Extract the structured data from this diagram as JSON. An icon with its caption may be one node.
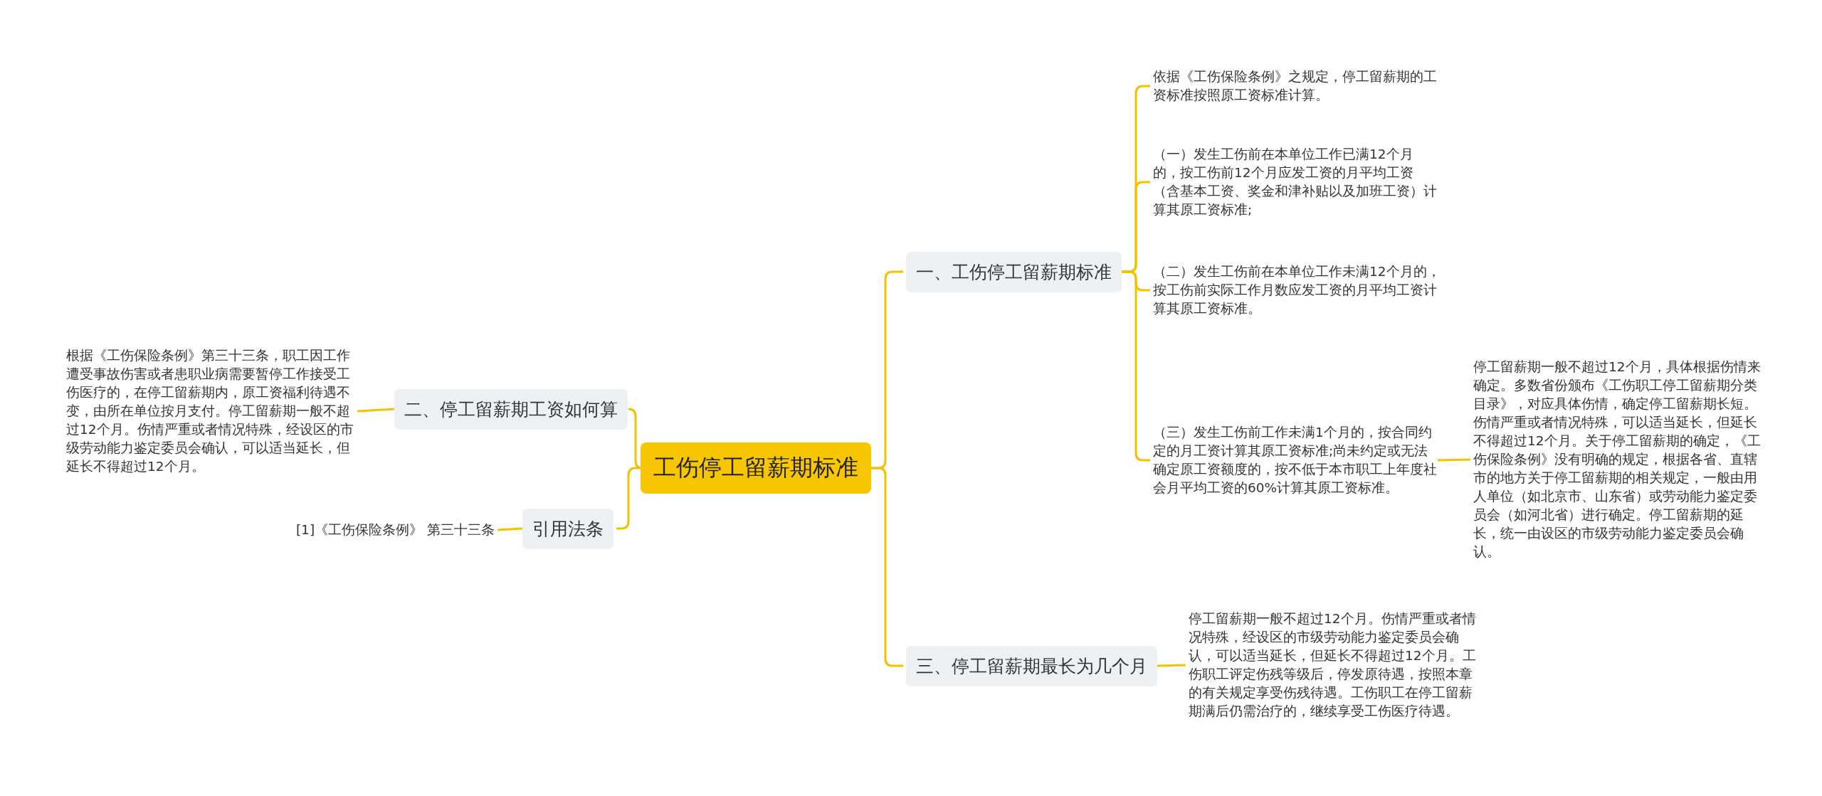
{
  "diagram": {
    "nodes": [
      {
        "text": [
          "工伤停工留薪期标准"
        ]
      },
      {
        "text": [
          "一、工伤停工留薪期标准"
        ]
      },
      {
        "text": [
          "依据《工伤保险条例》之规定，停工留薪期的工资标准按照原工资标准计算。"
        ]
      },
      {
        "text": [
          "（一）发生工伤前在本单位工作已满12个月的，按工伤前12个月应发工资的月平均工资（含基本工资、奖金和津补贴以及加班工资）计算其原工资标准;"
        ]
      },
      {
        "text": [
          "（二）发生工伤前在本单位工作未满12个月的，按工伤前实际工作月数应发工资的月平均工资计算其原工资标准。"
        ]
      },
      {
        "text": [
          "（三）发生工伤前工作未满1个月的，按合同约定的月工资计算其原工资标准;尚未约定或无法确定原工资额度的，按不低于本市职工上年度社会月平均工资的60%计算其原工资标准。"
        ]
      },
      {
        "text": [
          "停工留薪期一般不超过12个月，具体根据伤情来确定。多数省份颁布《工伤职工停工留薪期分类目录》，对应具体伤情，确定停工留薪期长短。伤情严重或者情况特殊，可以适当延长，但延长不得超过12个月。关于停工留薪期的确定，《工伤保险条例》没有明确的规定，根据各省、直辖市的地方关于停工留薪期的相关规定，一般由用人单位（如北京市、山东省）或劳动能力鉴定委员会（如河北省）进行确定。停工留薪期的延长，统一由设区的市级劳动能力鉴定委员会确认。"
        ]
      },
      {
        "text": [
          "二、停工留薪期工资如何算"
        ]
      },
      {
        "text": [
          "根据《工伤保险条例》第三十三条，职工因工作遭受事故伤害或者患职业病需要暂停工作接受工伤医疗的，在停工留薪期内，原工资福利待遇不变，由所在单位按月支付。停工留薪期一般不超过12个月。伤情严重或者情况特殊，经设区的市级劳动能力鉴定委员会确认，可以适当延长，但延长不得超过12个月。"
        ]
      },
      {
        "text": [
          "引用法条"
        ]
      },
      {
        "text": [
          "[1]《工伤保险条例》 第三十三条"
        ]
      },
      {
        "text": [
          "三、停工留薪期最长为几个月"
        ]
      },
      {
        "text": [
          "停工留薪期一般不超过12个月。伤情严重或者情况特殊，经设区的市级劳动能力鉴定委员会确认，可以适当延长，但延长不得超过12个月。工伤职工评定伤残等级后，停发原待遇，按照本章的有关规定享受伤残待遇。工伤职工在停工留薪期满后仍需治疗的，继续享受工伤医疗待遇。"
        ]
      }
    ],
    "edges": [
      {
        "from": 0,
        "to": 1,
        "arrow": "none"
      },
      {
        "from": 1,
        "to": 2,
        "arrow": "none"
      },
      {
        "from": 1,
        "to": 3,
        "arrow": "none"
      },
      {
        "from": 1,
        "to": 4,
        "arrow": "none"
      },
      {
        "from": 1,
        "to": 5,
        "arrow": "none"
      },
      {
        "from": 5,
        "to": 6,
        "arrow": "none"
      },
      {
        "from": 0,
        "to": 7,
        "arrow": "none"
      },
      {
        "from": 7,
        "to": 8,
        "arrow": "none"
      },
      {
        "from": 0,
        "to": 9,
        "arrow": "none"
      },
      {
        "from": 9,
        "to": 10,
        "arrow": "none"
      },
      {
        "from": 0,
        "to": 11,
        "arrow": "none"
      },
      {
        "from": 11,
        "to": 12,
        "arrow": "none"
      }
    ]
  }
}
